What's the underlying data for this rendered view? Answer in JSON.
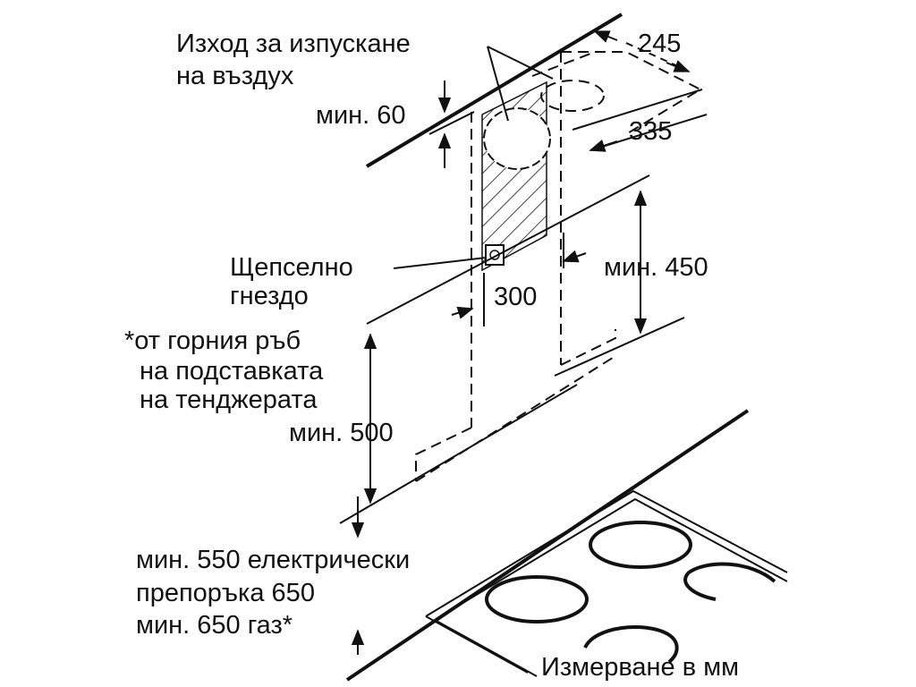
{
  "labels": {
    "exhaust_line1": "Изход за изпускане",
    "exhaust_line2": "на въздух",
    "min60": "мин. 60",
    "dim245": "245",
    "dim335": "335",
    "socket_line1": "Щепселно",
    "socket_line2": "гнездо",
    "dim300": "300",
    "min450": "мин. 450",
    "note_line1": "*от горния ръб",
    "note_line2": "на подставката",
    "note_line3": "на тенджерата",
    "min500": "мин. 500",
    "clear_line1": "мин. 550 електрически",
    "clear_line2": "препоръка 650",
    "clear_line3": "мин. 650 газ*",
    "units": "Измерване в мм"
  },
  "colors": {
    "line": "#111111",
    "background": "#ffffff"
  }
}
